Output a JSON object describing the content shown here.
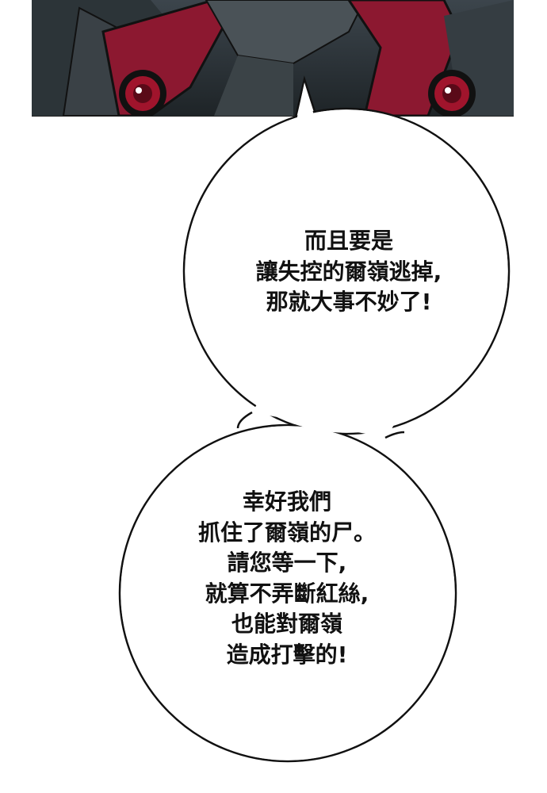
{
  "panel": {
    "description_colors": {
      "crimson": "#8c1830",
      "dark": "#1e2427"
    }
  },
  "bubble_top": {
    "lines": [
      "而且要是",
      "讓失控的爾嶺逃掉,",
      "那就大事不妙了!"
    ]
  },
  "bubble_bottom": {
    "lines": [
      "幸好我們",
      "抓住了爾嶺的尸。",
      "請您等一下,",
      "就算不弄斷紅絲,",
      "也能對爾嶺",
      "造成打擊的!"
    ]
  }
}
